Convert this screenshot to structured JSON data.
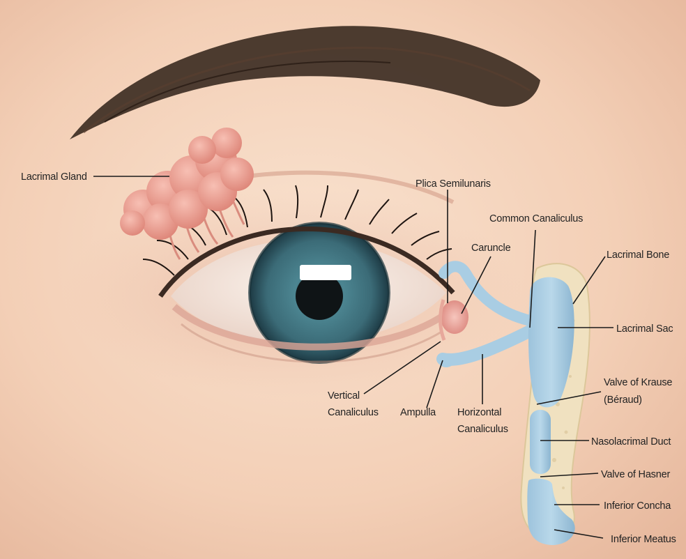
{
  "labels": {
    "lacrimal_gland": "Lacrimal Gland",
    "plica_semilunaris": "Plica Semilunaris",
    "common_canaliculus": "Common Canaliculus",
    "caruncle": "Caruncle",
    "lacrimal_bone": "Lacrimal Bone",
    "lacrimal_sac": "Lacrimal Sac",
    "valve_of_krause_line1": "Valve of Krause",
    "valve_of_krause_line2": "(Béraud)",
    "nasolacrimal_duct": "Nasolacrimal Duct",
    "valve_of_hasner": "Valve of Hasner",
    "inferior_concha": "Inferior Concha",
    "inferior_meatus": "Inferior Meatus",
    "vertical_canaliculus_line1": "Vertical",
    "vertical_canaliculus_line2": "Canaliculus",
    "ampulla": "Ampulla",
    "horizontal_canaliculus_line1": "Horizontal",
    "horizontal_canaliculus_line2": "Canaliculus"
  },
  "colors": {
    "skin_light": "#f7d9c3",
    "skin_mid": "#eebfa4",
    "skin_shadow": "#d99b86",
    "gland": "#ec9d92",
    "iris": "#3f6f7a",
    "duct": "#a9cde3",
    "bone": "#efe0bc",
    "brow": "#3a2a20"
  }
}
